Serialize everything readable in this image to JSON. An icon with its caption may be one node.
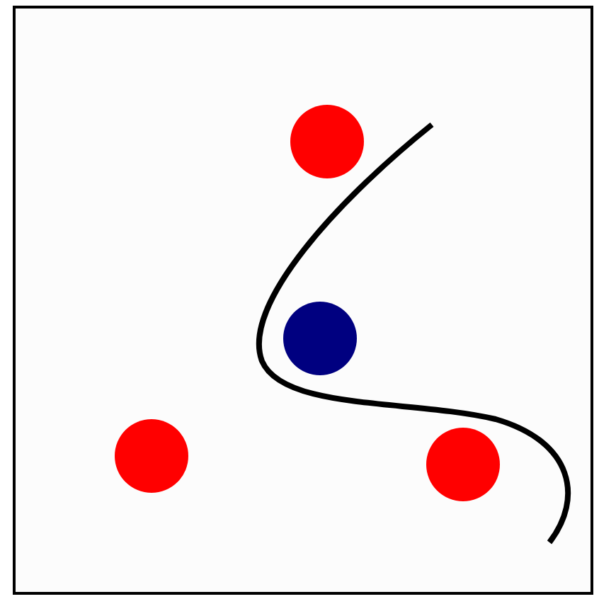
{
  "diagram": {
    "nodes": [
      {
        "text": [],
        "shape": "box"
      },
      {
        "text": [],
        "shape": "circle",
        "in": 0
      },
      {
        "text": [],
        "shape": "circle",
        "in": 0
      },
      {
        "text": [],
        "shape": "circle",
        "in": 0
      },
      {
        "text": [],
        "shape": "circle",
        "in": 0
      }
    ]
  }
}
